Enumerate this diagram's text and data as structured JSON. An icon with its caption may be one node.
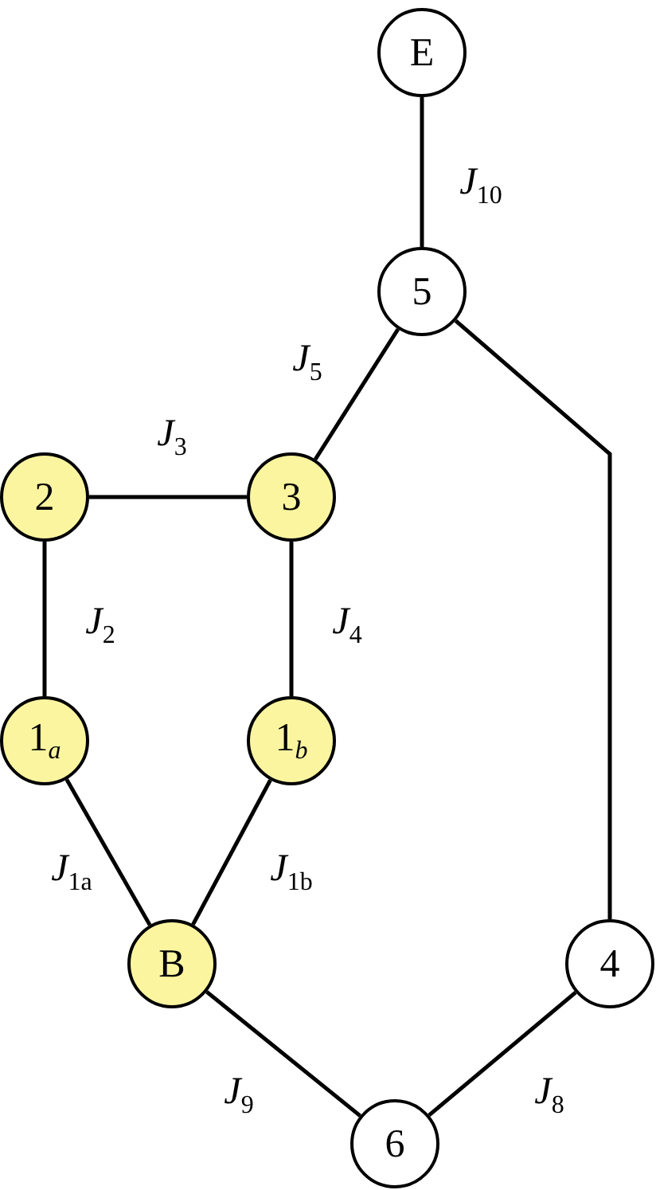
{
  "diagram": {
    "nodes": [
      {
        "text": [
          "E"
        ]
      },
      {
        "text": [
          "5"
        ]
      },
      {
        "text": [
          "2"
        ]
      },
      {
        "text": [
          "3"
        ]
      },
      {
        "text": [
          "1$_{a}$"
        ]
      },
      {
        "text": [
          "1$_{b}$"
        ]
      },
      {
        "text": [
          "B"
        ]
      },
      {
        "text": [
          "4"
        ]
      },
      {
        "text": [
          "6"
        ]
      }
    ],
    "edges": [
      {
        "from": 0,
        "to": 1,
        "arrow": "none",
        "label": "*J*$_{10}$"
      },
      {
        "from": 1,
        "to": 3,
        "arrow": "none",
        "label": "*J*$_{5}$"
      },
      {
        "from": 2,
        "to": 3,
        "arrow": "none",
        "label": "*J*$_{3}$"
      },
      {
        "from": 2,
        "to": 4,
        "arrow": "none",
        "label": "*J*$_{2}$"
      },
      {
        "from": 3,
        "to": 5,
        "arrow": "none",
        "label": "*J*$_{4}$"
      },
      {
        "from": 4,
        "to": 6,
        "arrow": "none",
        "label": "*J*$_{1a}$"
      },
      {
        "from": 5,
        "to": 6,
        "arrow": "none",
        "label": "*J*$_{1b}$"
      },
      {
        "from": 6,
        "to": 8,
        "arrow": "none",
        "label": "*J*$_{9}$"
      },
      {
        "from": 8,
        "to": 7,
        "arrow": "none",
        "label": "*J*$_{8}$"
      },
      {
        "from": 1,
        "to": 7,
        "arrow": "none"
      }
    ]
  }
}
